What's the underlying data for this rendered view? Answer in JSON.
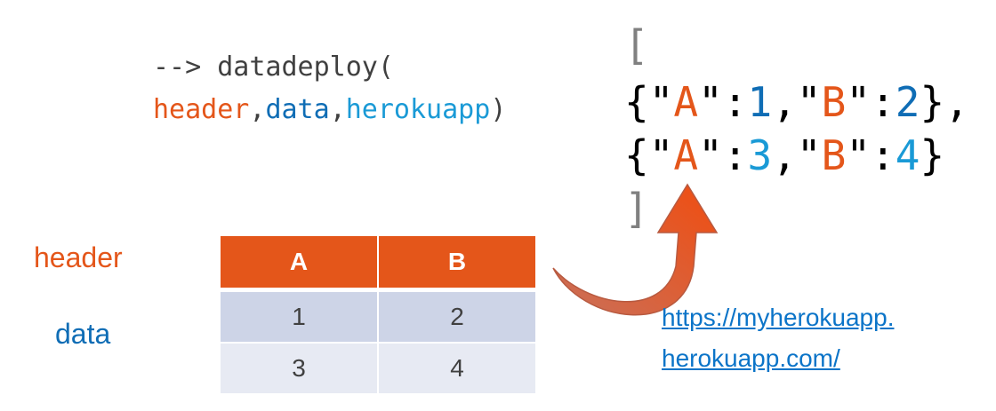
{
  "call": {
    "prefix": "--> datadeploy(",
    "arg_header": "header",
    "sep1": ",",
    "arg_data": "data",
    "sep2": ",",
    "arg_app": "herokuapp",
    "close": ")"
  },
  "json_output": {
    "open_bracket": "[",
    "rows": [
      {
        "open": "{",
        "key_a": "\"A\"",
        "colon1": ":",
        "val_a": "1",
        "comma": ",",
        "key_b": "\"B\"",
        "colon2": ":",
        "val_b": "2",
        "close": "}",
        "trail": ","
      },
      {
        "open": "{",
        "key_a": "\"A\"",
        "colon1": ":",
        "val_a": "3",
        "comma": ",",
        "key_b": "\"B\"",
        "colon2": ":",
        "val_b": "4",
        "close": "}",
        "trail": ""
      }
    ],
    "close_bracket": "]"
  },
  "labels": {
    "header": "header",
    "data": "data"
  },
  "table": {
    "columns": [
      "A",
      "B"
    ],
    "rows": [
      [
        "1",
        "2"
      ],
      [
        "3",
        "4"
      ]
    ]
  },
  "url": {
    "line1": "https://myherokuapp.",
    "line2": "herokuapp.com/"
  },
  "colors": {
    "orange": "#e4561a",
    "blue": "#0f6db5",
    "cyan": "#1a9ad6",
    "row1": "#cdd4e7",
    "row2": "#e7eaf3",
    "arrow": "#d8603a"
  }
}
